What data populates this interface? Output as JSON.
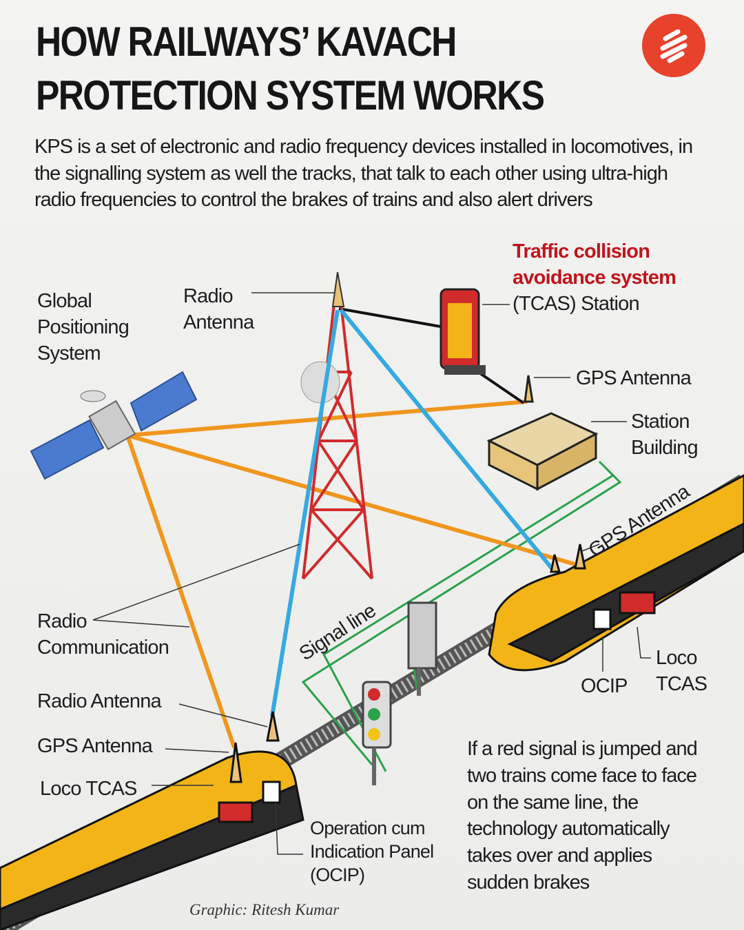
{
  "title": {
    "line1": "HOW RAILWAYS’ KAVACH",
    "line2": "PROTECTION SYSTEM WORKS"
  },
  "intro": "KPS is a set of electronic and radio frequency devices installed in locomotives, in the signalling system as well the tracks, that talk to each other using ultra-high radio frequencies to control the brakes of trains and also alert drivers",
  "labels": {
    "gps_system": [
      "Global",
      "Positioning",
      "System"
    ],
    "radio_antenna_tower": [
      "Radio",
      "Antenna"
    ],
    "tcas_station": [
      "Traffic collision",
      "avoidance system",
      "(TCAS) Station"
    ],
    "gps_antenna_station": "GPS Antenna",
    "station_building": [
      "Station",
      "Building"
    ],
    "gps_antenna_train": "GPS Antenna",
    "radio_communication": [
      "Radio",
      "Communication"
    ],
    "signal_line": "Signal line",
    "ocip_right": "OCIP",
    "loco_tcas_right": [
      "Loco",
      "TCAS"
    ],
    "radio_antenna_left": "Radio Antenna",
    "gps_antenna_left": "GPS Antenna",
    "loco_tcas_left": "Loco TCAS",
    "ocip_full": [
      "Operation cum",
      "Indication Panel",
      "(OCIP)"
    ]
  },
  "note": "If a red signal is jumped and two trains come face to face on the same line, the technology automatically takes over and applies sudden brakes",
  "credit": "Graphic: Ritesh Kumar",
  "colors": {
    "gps_link": "#f0961e",
    "radio_link": "#36a9e1",
    "signal_line": "#2aa14a",
    "tower": "#d12b2b",
    "logo": "#e8412c",
    "train": "#f2b417"
  }
}
